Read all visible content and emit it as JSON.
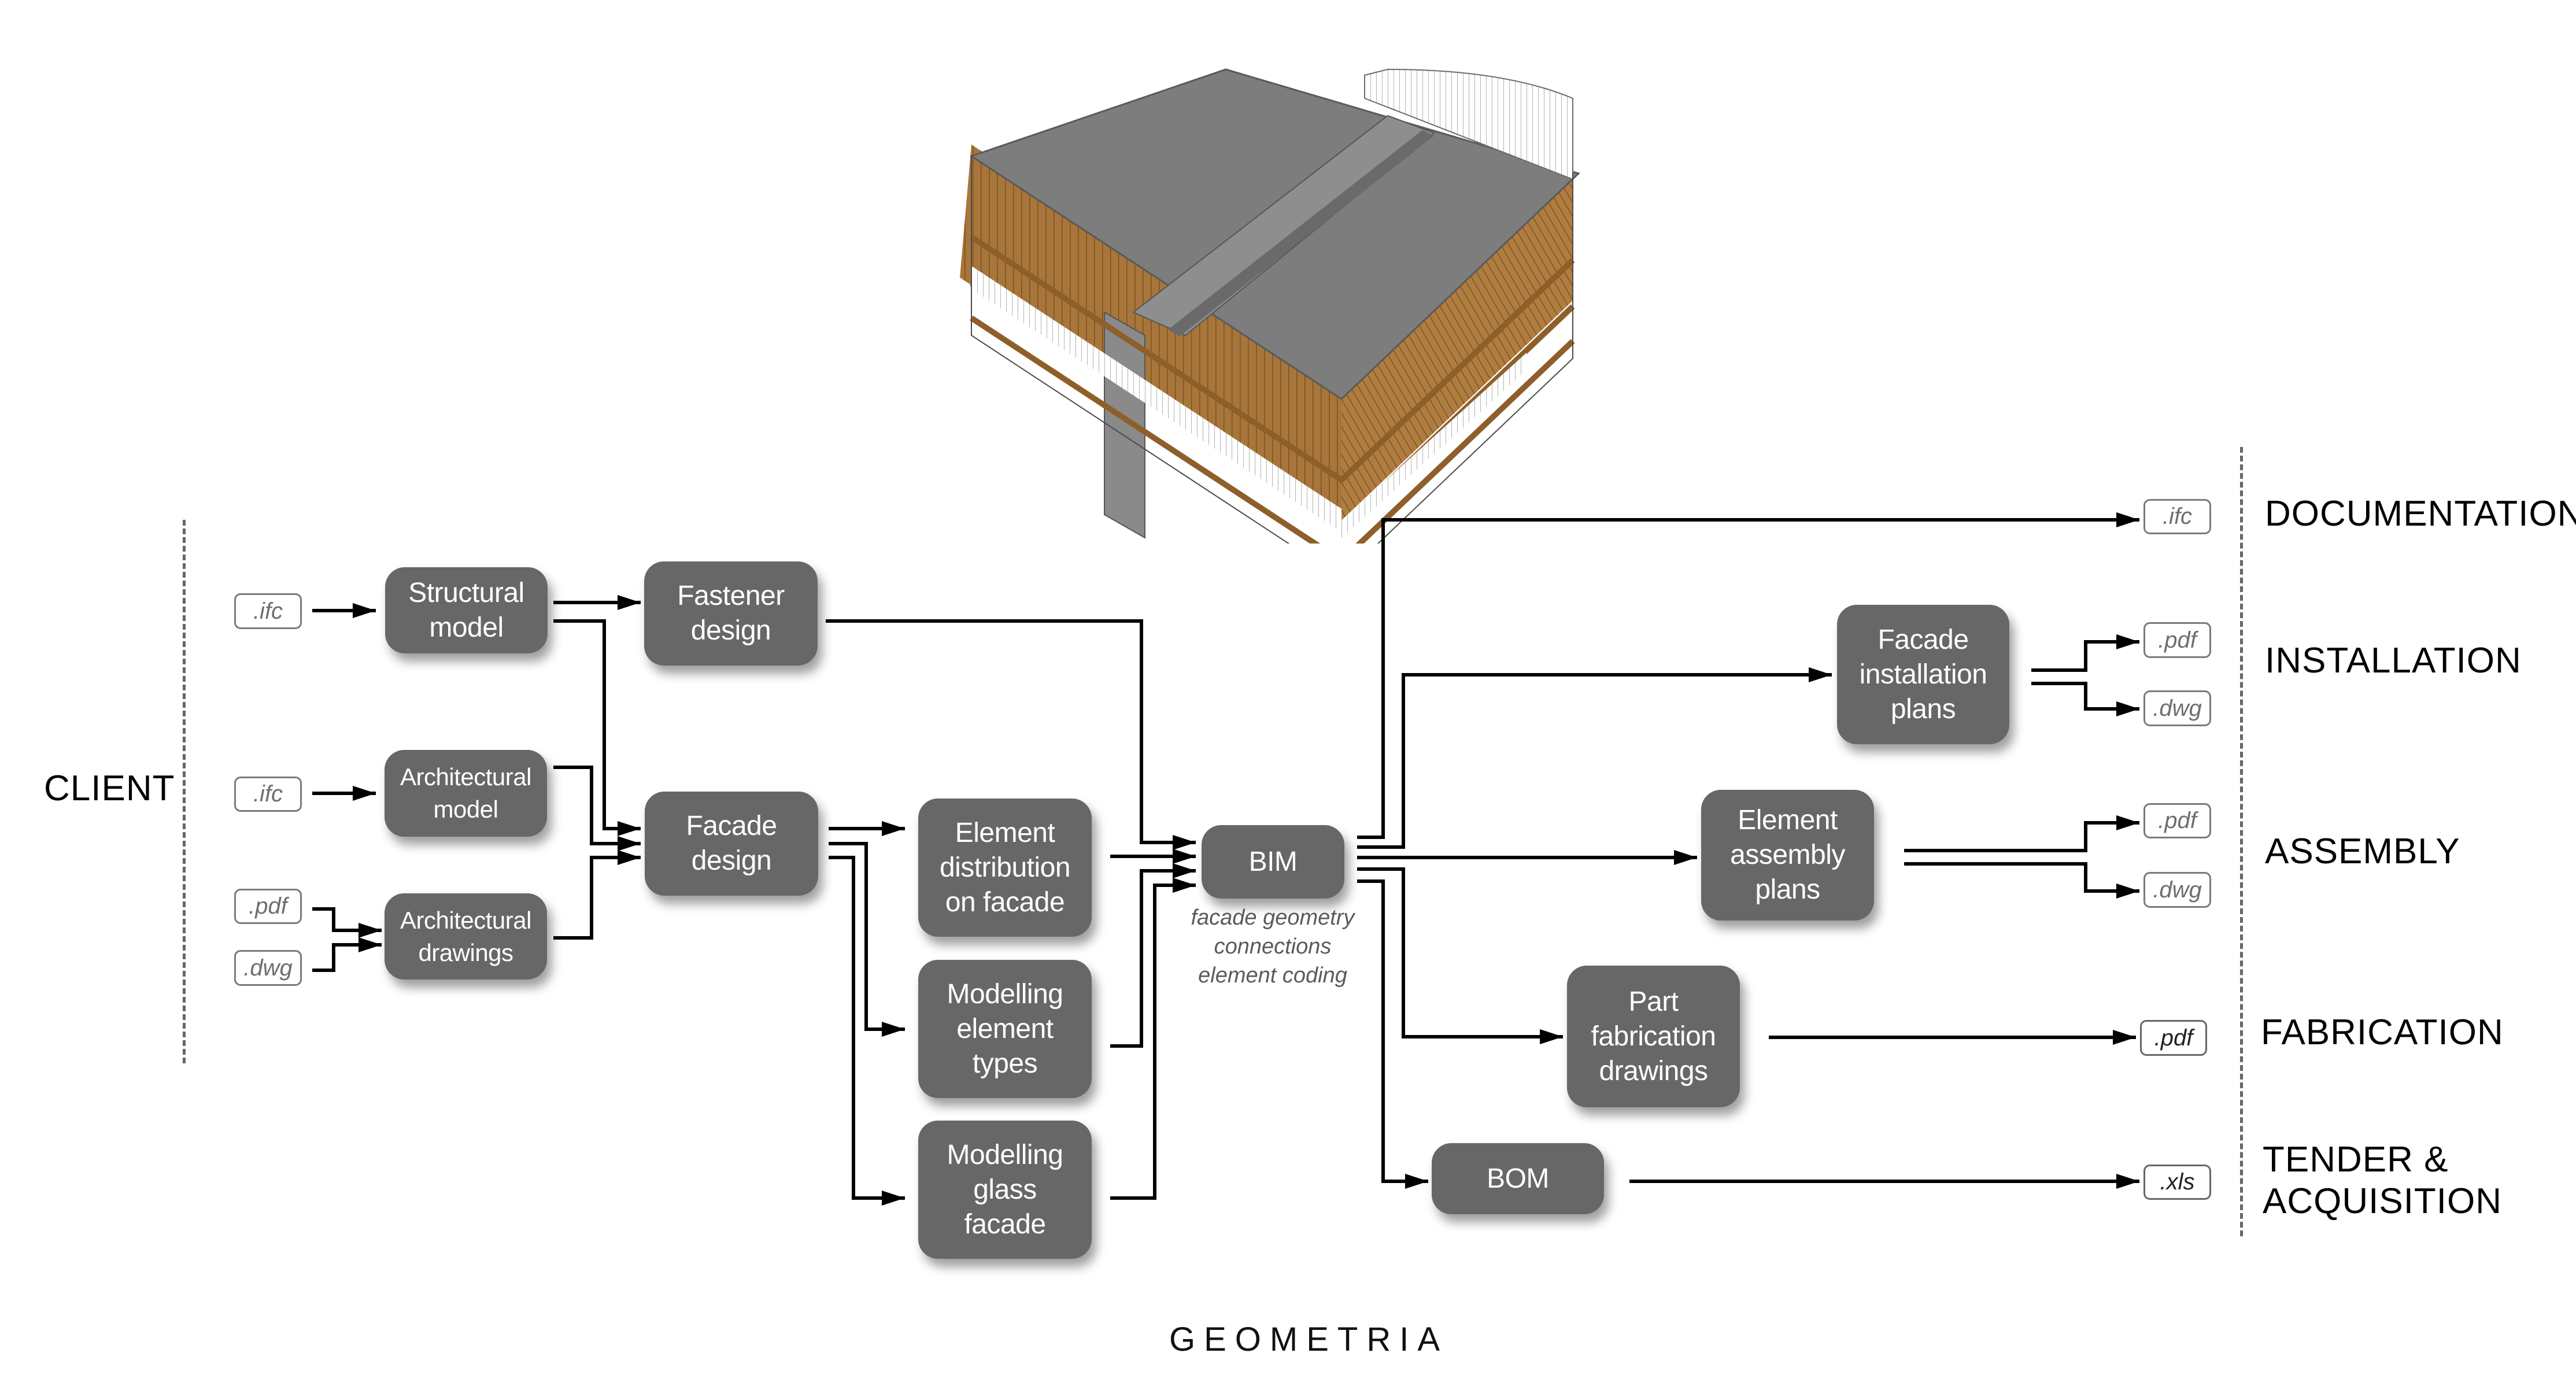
{
  "brand": {
    "logo_text": "GEOMETRIA"
  },
  "colors": {
    "node_fill": "#676767",
    "node_text": "#ffffff",
    "wire": "#000000",
    "facade_wood": "#a8763a",
    "roof_gray": "#7d7d7d",
    "dashed_divider": "#666666"
  },
  "illustration": {
    "name": "building-3d-model",
    "description_icon": "building-icon"
  },
  "stages": {
    "client": "CLIENT",
    "documentation": "DOCUMENTATION",
    "installation": "INSTALLATION",
    "assembly": "ASSEMBLY",
    "fabrication": "FABRICATION",
    "tender_line1": "TENDER &",
    "tender_line2": "ACQUISITION"
  },
  "inputs": {
    "structural_ifc": ".ifc",
    "architectural_ifc": ".ifc",
    "drawings_pdf": ".pdf",
    "drawings_dwg": ".dwg"
  },
  "nodes": {
    "structural_model": [
      "Structural",
      "model"
    ],
    "architectural_model": [
      "Architectural",
      "model"
    ],
    "architectural_drawings": [
      "Architectural",
      "drawings"
    ],
    "fastener_design": [
      "Fastener",
      "design"
    ],
    "facade_design": [
      "Facade",
      "design"
    ],
    "element_distribution": [
      "Element",
      "distribution",
      "on facade"
    ],
    "modelling_element_types": [
      "Modelling",
      "element",
      "types"
    ],
    "modelling_glass_facade": [
      "Modelling",
      "glass",
      "facade"
    ],
    "bim": [
      "BIM"
    ],
    "facade_installation_plans": [
      "Facade",
      "installation",
      "plans"
    ],
    "element_assembly_plans": [
      "Element",
      "assembly",
      "plans"
    ],
    "part_fabrication_drawings": [
      "Part",
      "fabrication",
      "drawings"
    ],
    "bom": [
      "BOM"
    ]
  },
  "bim_note": [
    "facade geometry",
    "connections",
    "element coding"
  ],
  "outputs": {
    "documentation_ifc": ".ifc",
    "installation_pdf": ".pdf",
    "installation_dwg": ".dwg",
    "assembly_pdf": ".pdf",
    "assembly_dwg": ".dwg",
    "fabrication_pdf": ".pdf",
    "tender_xls": ".xls"
  }
}
